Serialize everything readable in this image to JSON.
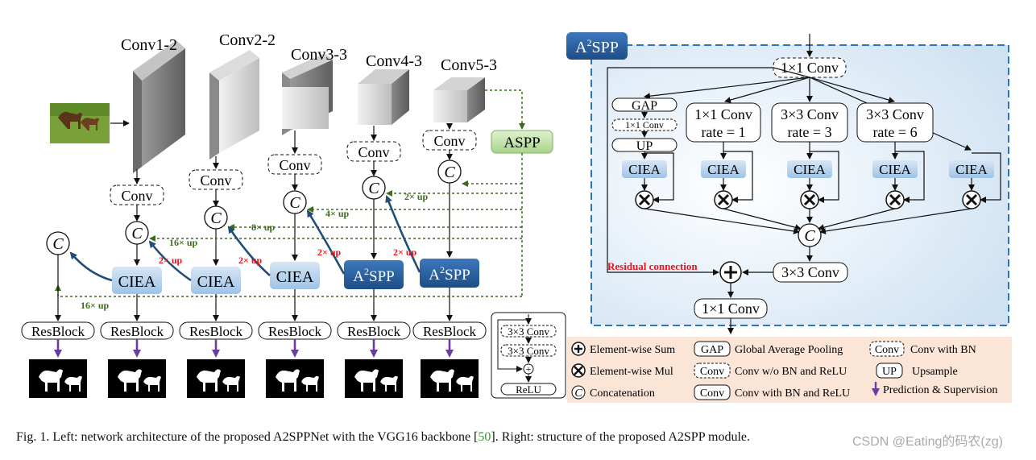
{
  "stages": [
    "Conv1-2",
    "Conv2-2",
    "Conv3-3",
    "Conv4-3",
    "Conv5-3"
  ],
  "left": {
    "conv": "Conv",
    "aspp": "ASPP",
    "ciea": "CIEA",
    "a2spp_base": "A",
    "a2spp_sup": "2",
    "a2spp_tail": "SPP",
    "resblock": "ResBlock",
    "concat": "C",
    "plus": "+"
  },
  "upsamples": {
    "red": "2× up",
    "green": [
      "2× up",
      "4× up",
      "8× up",
      "16× up",
      "16× up"
    ]
  },
  "resblock_inset": {
    "conv1": "3×3 Conv",
    "conv2": "3×3 Conv",
    "relu": "ReLU"
  },
  "right": {
    "title_base": "A",
    "title_sup": "2",
    "title_tail": "SPP",
    "top_conv": "1×1 Conv",
    "gap": "GAP",
    "gap_conv": "1×1 Conv",
    "up": "UP",
    "branch1": [
      "1×1 Conv",
      "rate = 1"
    ],
    "branch2": [
      "3×3 Conv",
      "rate = 3"
    ],
    "branch3": [
      "3×3 Conv",
      "rate = 6"
    ],
    "ciea": "CIEA",
    "concat": "C",
    "residual": "Residual connection",
    "conv33": "3×3 Conv",
    "conv11": "1×1 Conv"
  },
  "legend": {
    "sum": "Element-wise Sum",
    "mul": "Element-wise Mul",
    "concat": "Concatenation",
    "gap_tag": "GAP",
    "gap": "Global Average Pooling",
    "conv_nobn_tag": "Conv",
    "conv_nobn": "Conv w/o BN and ReLU",
    "conv_bn_tag": "Conv",
    "conv_bn": "Conv with BN and ReLU",
    "convbn_dash_tag": "Conv",
    "convbn_dash": "Conv with BN",
    "up_tag": "UP",
    "up": "Upsample",
    "pred": "Prediction & Supervision"
  },
  "caption": {
    "lead": "Fig. 1.  Left: network architecture of the proposed A2SPPNet with the VGG16 backbone [",
    "ref": "50",
    "tail": "]. Right: structure of the proposed A2SPP module."
  },
  "watermark": "CSDN @Eating的码农(zg)",
  "colors": {
    "red_label": "#e8141b",
    "green_label": "#3c6b1e",
    "dash_blue": "#2b74c4",
    "ciea_fill": "#b7d3ec",
    "a2spp_fill": "#2b5f9e",
    "aspp_fill": "#bfe0a8",
    "legend_bg": "#fbe5d6",
    "purple": "#6a3da0"
  }
}
